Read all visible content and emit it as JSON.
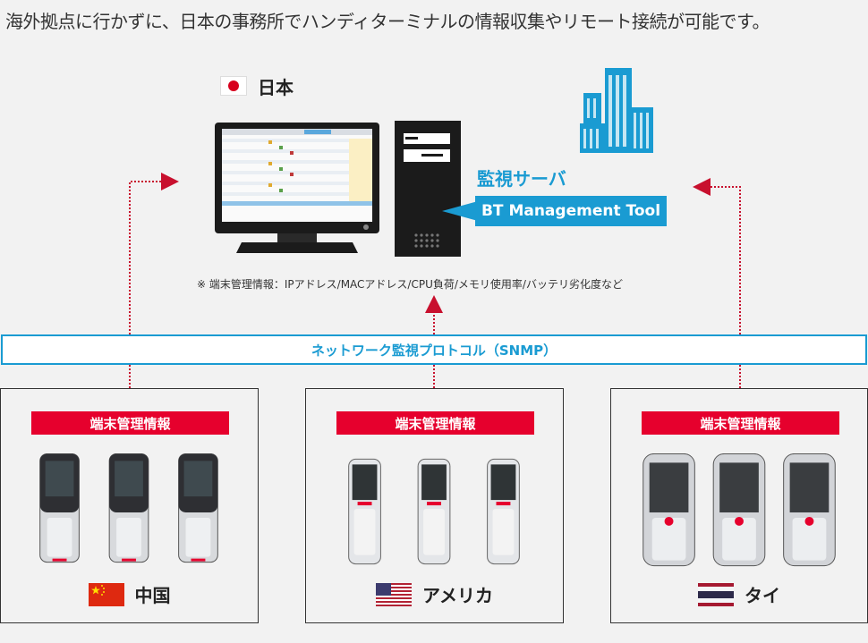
{
  "heading": "海外拠点に行かずに、日本の事務所でハンディターミナルの情報収集やリモート接続が可能です。",
  "japan": {
    "label": "日本"
  },
  "server": {
    "label": "監視サーバ",
    "tool": "BT Management Tool"
  },
  "note": "※ 端末管理情報：IPアドレス/MACアドレス/CPU負荷/メモリ使用率/バッテリ劣化度など",
  "protocol_bar": "ネットワーク監視プロトコル（SNMP）",
  "sites": [
    {
      "tag": "端末管理情報",
      "country": "中国",
      "flag": "cn-flag-icon"
    },
    {
      "tag": "端末管理情報",
      "country": "アメリカ",
      "flag": "us-flag-icon"
    },
    {
      "tag": "端末管理情報",
      "country": "タイ",
      "flag": "th-flag-icon"
    }
  ],
  "colors": {
    "accent_blue": "#1a9bd2",
    "accent_red": "#e6002d",
    "arrow_red": "#c8102e"
  }
}
